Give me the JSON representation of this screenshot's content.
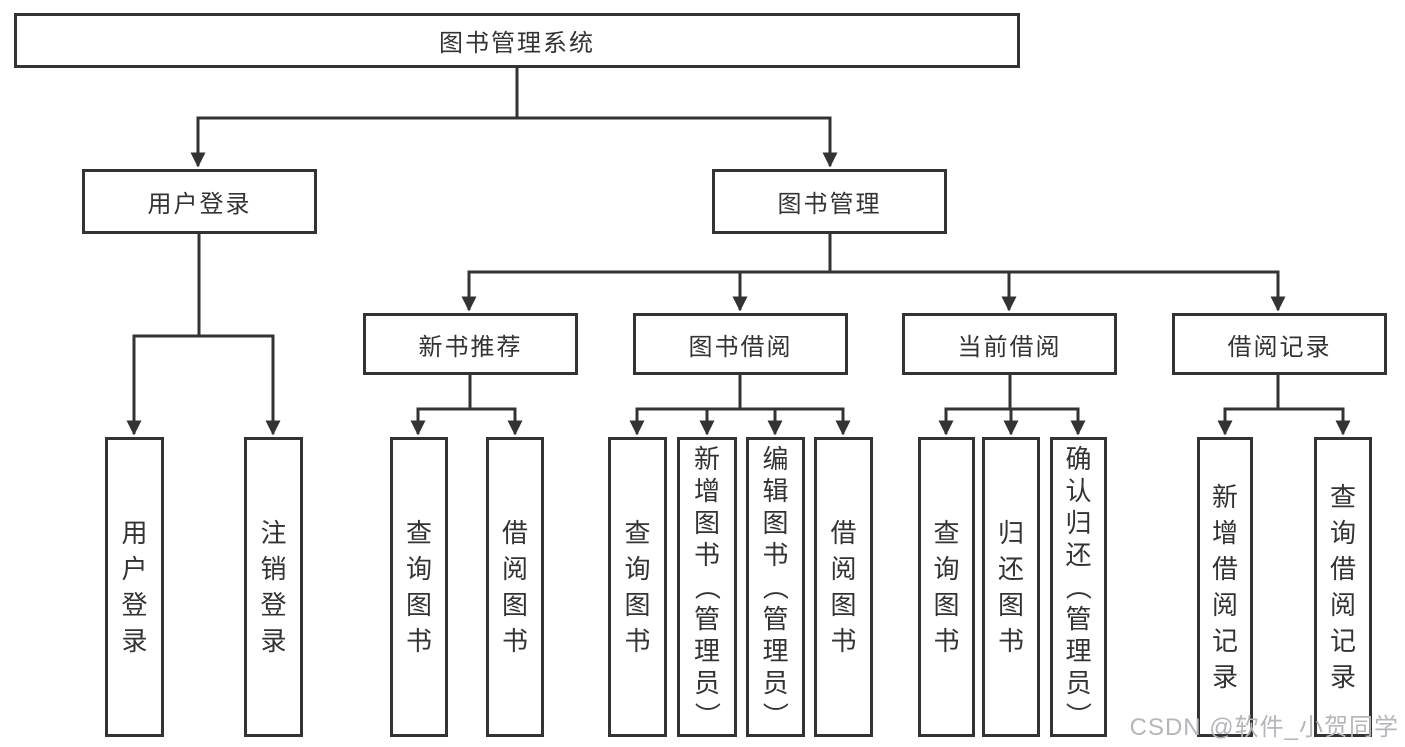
{
  "nodes": {
    "root": {
      "label": "图书管理系统"
    },
    "branches": [
      {
        "label": "用户登录",
        "leaves": [
          "用户登录",
          "注销登录"
        ]
      },
      {
        "label": "图书管理"
      }
    ],
    "sections": [
      {
        "label": "新书推荐",
        "leaves": [
          "查询图书",
          "借阅图书"
        ]
      },
      {
        "label": "图书借阅",
        "leaves": [
          "查询图书",
          "新增图书（管理员）",
          "编辑图书（管理员）",
          "借阅图书"
        ]
      },
      {
        "label": "当前借阅",
        "leaves": [
          "查询图书",
          "归还图书",
          "确认归还（管理员）"
        ]
      },
      {
        "label": "借阅记录",
        "leaves": [
          "新增借阅记录",
          "查询借阅记录"
        ]
      }
    ]
  },
  "watermark": "CSDN @软件_小贺同学",
  "colors": {
    "line": "#333333",
    "text": "#333333",
    "background": "#ffffff",
    "watermark": "#b4b6ba"
  }
}
